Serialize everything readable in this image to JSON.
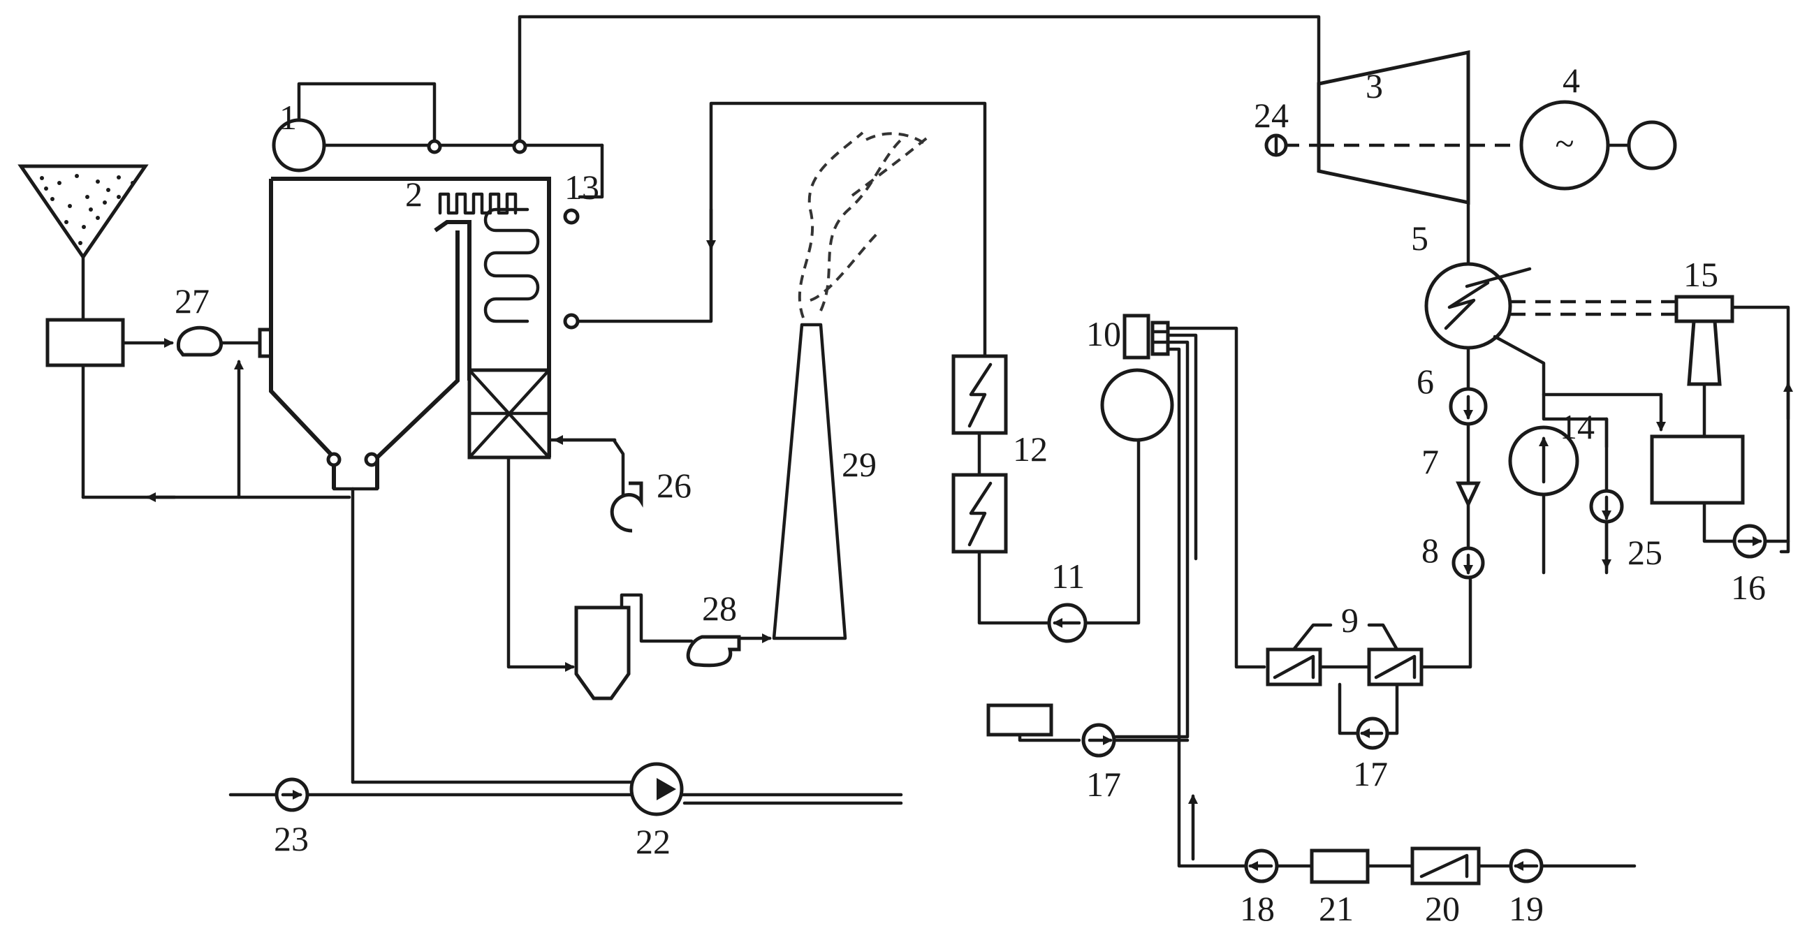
{
  "labels": {
    "l1": "1",
    "l2": "2",
    "l3": "3",
    "l4": "4",
    "l5": "5",
    "l6": "6",
    "l7": "7",
    "l8": "8",
    "l9": "9",
    "l10": "10",
    "l11": "11",
    "l12": "12",
    "l13": "13",
    "l14": "14",
    "l15": "15",
    "l16": "16",
    "l17a": "17",
    "l17b": "17",
    "l18": "18",
    "l19": "19",
    "l20": "20",
    "l21": "21",
    "l22": "22",
    "l23": "23",
    "l24": "24",
    "l25": "25",
    "l26": "26",
    "l27": "27",
    "l28": "28",
    "l29": "29"
  },
  "generator_symbol": "~"
}
